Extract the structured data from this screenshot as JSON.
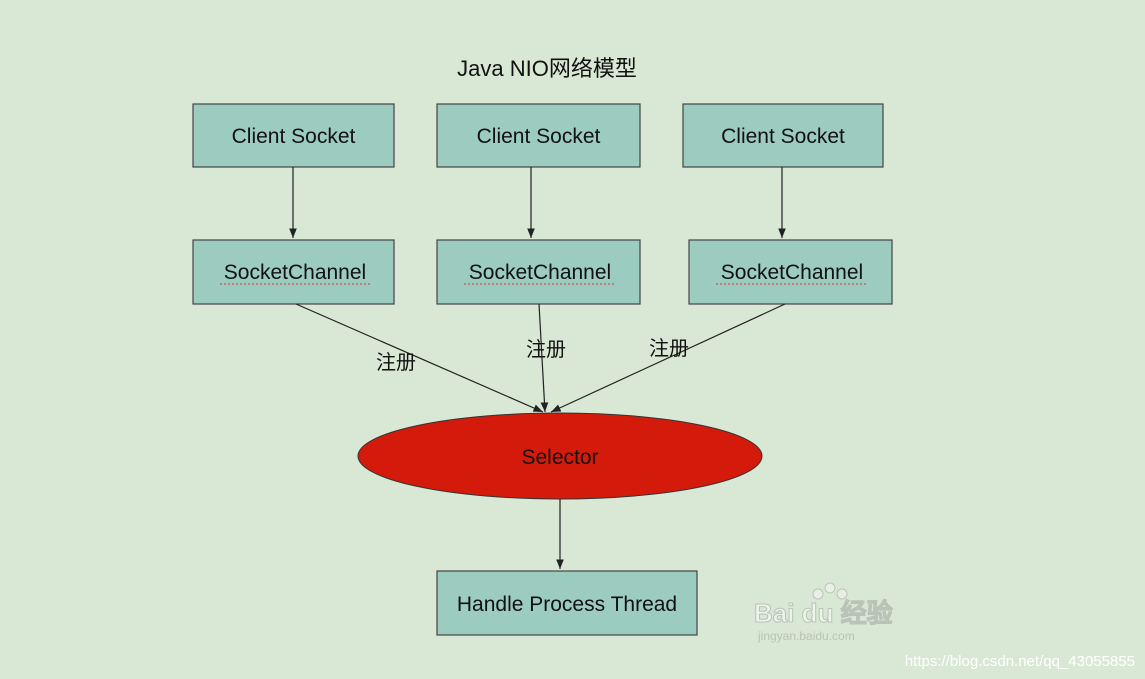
{
  "title": "Java NIO网络模型",
  "client_sockets": [
    "Client Socket",
    "Client Socket",
    "Client Socket"
  ],
  "socket_channels": [
    "SocketChannel",
    "SocketChannel",
    "SocketChannel"
  ],
  "edge_labels": [
    "注册",
    "注册",
    "注册"
  ],
  "selector": "Selector",
  "handler": "Handle Process Thread",
  "watermark": {
    "logo": "Bai du 经验",
    "sub": "jingyan.baidu.com"
  },
  "credit": "https://blog.csdn.net/qq_43055855",
  "colors": {
    "background": "#d9e8d5",
    "box_fill": "#9ccbc0",
    "selector_fill": "#d41b0b"
  }
}
